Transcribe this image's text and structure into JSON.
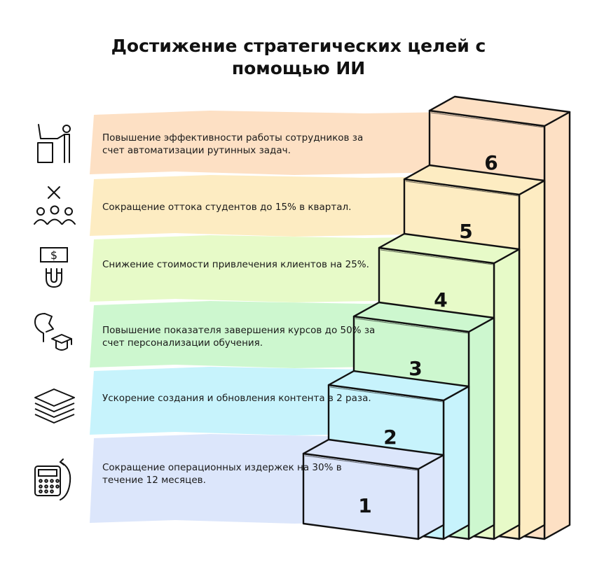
{
  "title": {
    "line1": "Достижение стратегических целей с",
    "line2": "помощью ИИ"
  },
  "colors": {
    "band1": "#dce6fb",
    "band2": "#c7f3fc",
    "band3": "#cdf7cf",
    "band4": "#e7fac8",
    "band5": "#fdecc2",
    "band6": "#fde0c4",
    "stroke": "#111111"
  },
  "goals": [
    {
      "number": "6",
      "text": "Повышение эффективности работы сотрудников за счет автоматизации рутинных задач.",
      "icon": "worker-at-desk-icon"
    },
    {
      "number": "5",
      "text": "Сокращение оттока студентов до 15% в квартал.",
      "icon": "people-leaving-icon"
    },
    {
      "number": "4",
      "text": "Снижение стоимости привлечения клиентов на 25%.",
      "icon": "money-magnet-icon"
    },
    {
      "number": "3",
      "text": "Повышение показателя завершения курсов до 50% за счет персонализации обучения.",
      "icon": "head-graduation-cap-icon"
    },
    {
      "number": "2",
      "text": "Ускорение создания и обновления контента в 2 раза.",
      "icon": "content-layers-icon"
    },
    {
      "number": "1",
      "text": "Сокращение операционных издержек на 30% в течение 12 месяцев.",
      "icon": "calculator-cycle-icon"
    }
  ]
}
